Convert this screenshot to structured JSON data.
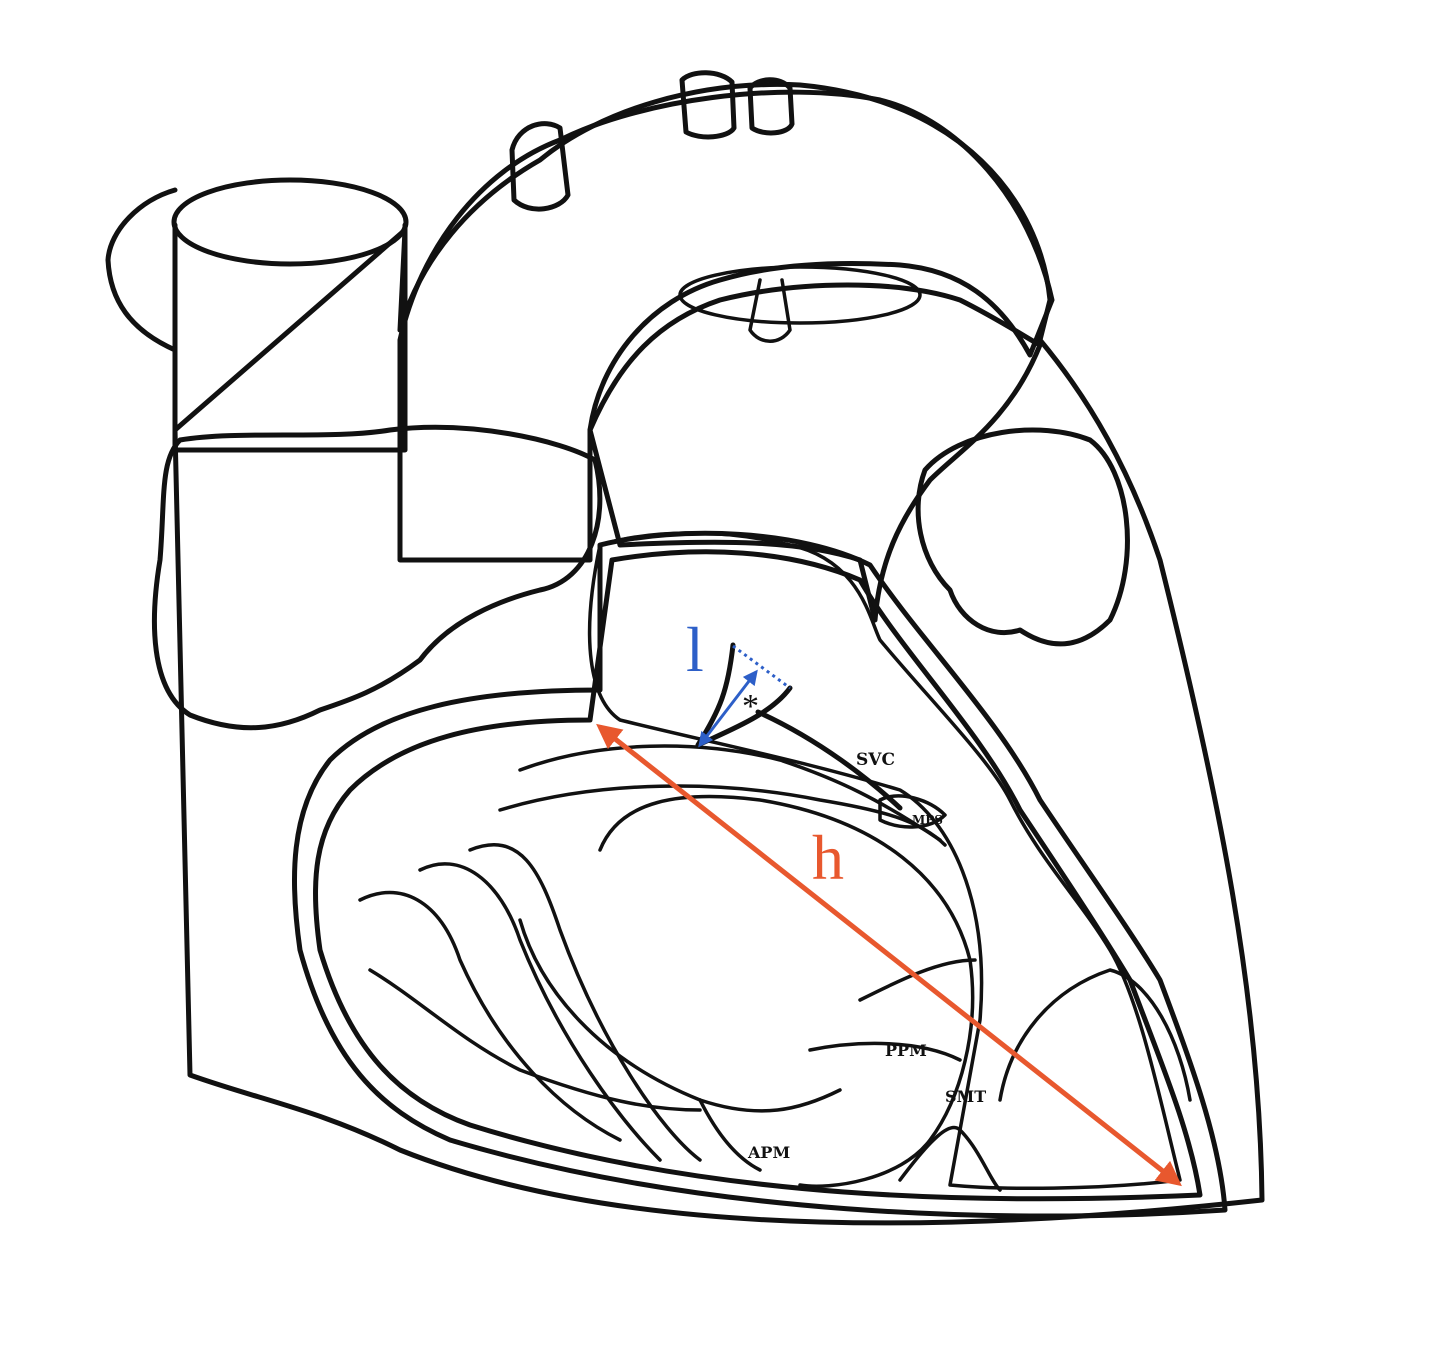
{
  "diagram": {
    "subject": "heart",
    "colors": {
      "h_arrow": "#e8582e",
      "l_arrow": "#2d5fc8",
      "ink": "#111111",
      "shade": "#9a9a9a"
    },
    "labels": {
      "l": "l",
      "h": "h",
      "asterisk": "*",
      "svc": "SVC",
      "mps": "MPS",
      "ppm": "PPM",
      "smt": "SMT",
      "apm": "APM"
    }
  }
}
